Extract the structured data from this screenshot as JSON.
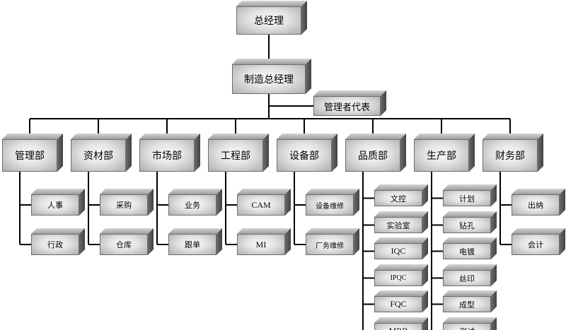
{
  "chart": {
    "ceo": "总经理",
    "deputy": "制造总经理",
    "management_rep": "管理者代表",
    "departments": [
      {
        "name": "管理部",
        "subs": [
          "人事",
          "行政"
        ]
      },
      {
        "name": "资材部",
        "subs": [
          "采购",
          "仓库"
        ]
      },
      {
        "name": "市场部",
        "subs": [
          "业务",
          "跟单"
        ]
      },
      {
        "name": "工程部",
        "subs": [
          "CAM",
          "MI"
        ]
      },
      {
        "name": "设备部",
        "subs": [
          "设备维修",
          "厂务维修"
        ]
      },
      {
        "name": "品质部",
        "subs": [
          "文控",
          "实验室",
          "IQC",
          "IPQC",
          "FQC",
          "MRB"
        ]
      },
      {
        "name": "生产部",
        "subs": [
          "计划",
          "钻孔",
          "电镀",
          "丝印",
          "成型",
          "测试"
        ]
      },
      {
        "name": "财务部",
        "subs": [
          "出纳",
          "会计"
        ]
      }
    ]
  },
  "colors": {
    "line": "#000000",
    "box_face_light": "#fbfbfb",
    "box_face_dark": "#aeaeae",
    "box_side": "#4f4f4f"
  }
}
